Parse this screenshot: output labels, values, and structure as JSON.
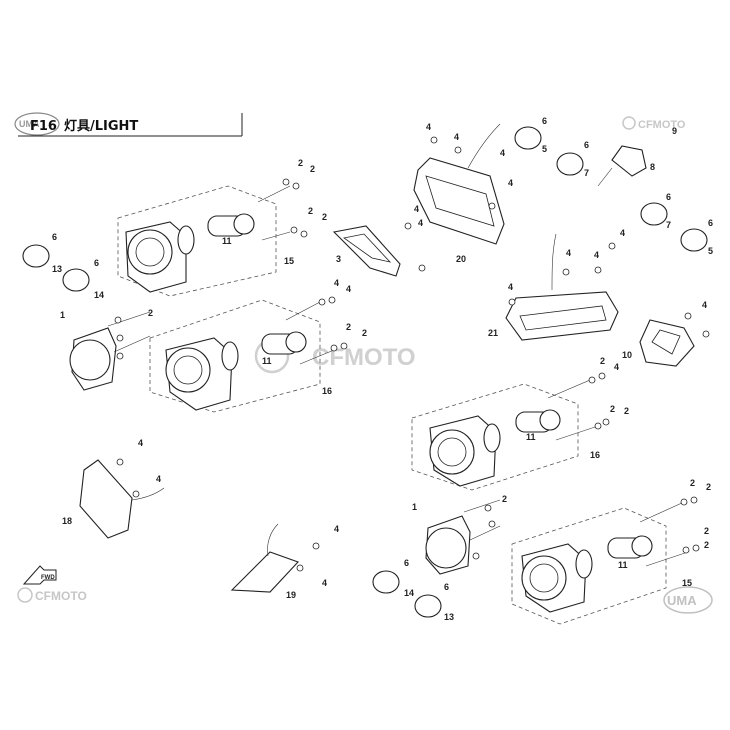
{
  "header": {
    "section_code": "F16",
    "title": "灯具/LIGHT"
  },
  "watermarks": {
    "brand_center": "CFMOTO",
    "brand_top_right": "CFMOTO",
    "brand_bottom_left": "CFMOTO",
    "brand_bottom_right": "UMA",
    "header_logo": "UMA"
  },
  "callouts": {
    "c1": "1",
    "c2": "2",
    "c3": "3",
    "c4": "4",
    "c5": "5",
    "c6": "6",
    "c7": "7",
    "c8": "8",
    "c9": "9",
    "c10": "10",
    "c11": "11",
    "c13": "13",
    "c14": "14",
    "c15": "15",
    "c16": "16",
    "c18": "18",
    "c19": "19",
    "c20": "20",
    "c21": "21"
  },
  "direction_marker": "FWD"
}
